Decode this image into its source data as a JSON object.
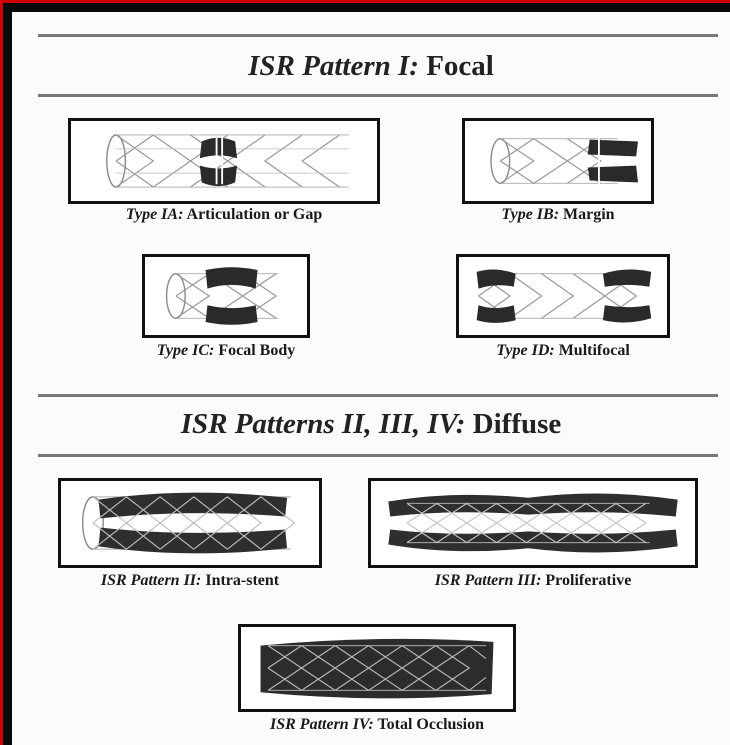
{
  "heading_focal": {
    "prefix": "ISR Pattern I:",
    "suffix": "Focal"
  },
  "heading_diffuse": {
    "prefix": "ISR Patterns II, III, IV:",
    "suffix": "Diffuse"
  },
  "panels": [
    {
      "prefix": "Type IA:",
      "suffix": "Articulation or Gap"
    },
    {
      "prefix": "Type IB:",
      "suffix": "Margin"
    },
    {
      "prefix": "Type IC:",
      "suffix": "Focal Body"
    },
    {
      "prefix": "Type ID:",
      "suffix": "Multifocal"
    },
    {
      "prefix": "ISR Pattern II:",
      "suffix": "Intra-stent"
    },
    {
      "prefix": "ISR Pattern III:",
      "suffix": "Proliferative"
    },
    {
      "prefix": "ISR Pattern IV:",
      "suffix": "Total Occlusion"
    }
  ],
  "colors": {
    "frame_red": "#d00000",
    "lesion": "#2a2a2a",
    "strut": "#9a9a9a"
  }
}
